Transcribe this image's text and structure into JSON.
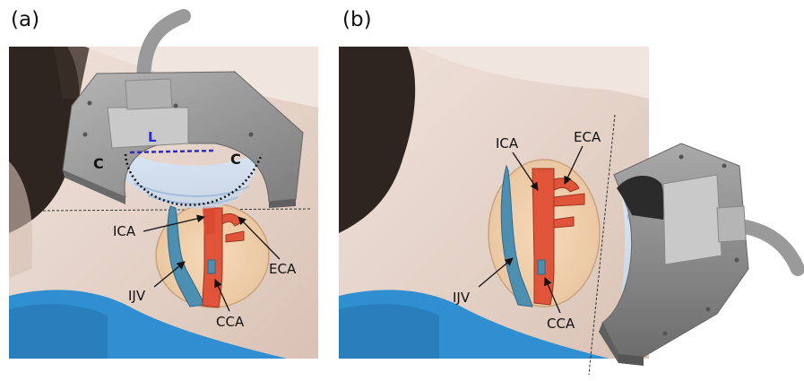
{
  "panels": [
    {
      "id": "a",
      "label": "(a)",
      "vessel_labels": {
        "ica": "ICA",
        "eca": "ECA",
        "ijv": "IJV",
        "cca": "CCA"
      },
      "probe_labels": {
        "c_left": "C",
        "c_right": "C",
        "l": "L"
      }
    },
    {
      "id": "b",
      "label": "(b)",
      "vessel_labels": {
        "ica": "ICA",
        "eca": "ECA",
        "ijv": "IJV",
        "cca": "CCA"
      }
    }
  ],
  "colors": {
    "artery": "#e0553a",
    "vein": "#4d8fb0",
    "skin": "#e5d2c7",
    "shirt": "#2f8fd0",
    "hair": "#2e2420",
    "probe": "#8a8a8a",
    "beam": "#cfe0f2",
    "l_dash": "#2a2ad6"
  },
  "icons": [
    "neck-photo",
    "ultrasound-probe",
    "vessel-ellipse",
    "cable"
  ]
}
